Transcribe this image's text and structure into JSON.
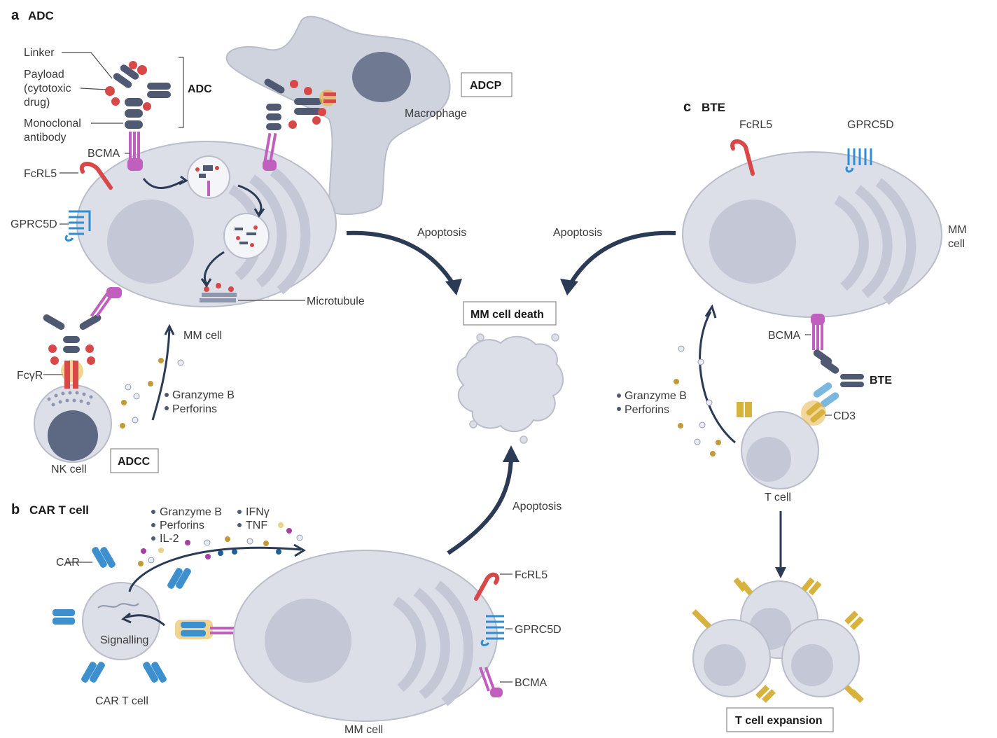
{
  "panels": {
    "a": {
      "letter": "a",
      "title": "ADC"
    },
    "b": {
      "letter": "b",
      "title": "CAR T cell"
    },
    "c": {
      "letter": "c",
      "title": "BTE"
    }
  },
  "adc_labels": {
    "linker": "Linker",
    "payload_1": "Payload",
    "payload_2": "(cytotoxic",
    "payload_3": "drug)",
    "mab_1": "Monoclonal",
    "mab_2": "antibody",
    "adc_bracket": "ADC",
    "bcma": "BCMA",
    "fcrl5": "FcRL5",
    "gprc5d": "GPRC5D",
    "microtubule": "Microtubule",
    "mm_cell": "MM cell",
    "fcgr": "FcγR",
    "nk_cell": "NK cell",
    "adcc": "ADCC",
    "granzyme": "Granzyme B",
    "perforins": "Perforins",
    "adcp": "ADCP",
    "macrophage": "Macrophage"
  },
  "center_labels": {
    "apoptosis_left": "Apoptosis",
    "apoptosis_right": "Apoptosis",
    "apoptosis_bottom": "Apoptosis",
    "mm_cell_death": "MM cell death"
  },
  "bte_labels": {
    "fcrl5": "FcRL5",
    "gprc5d": "GPRC5D",
    "mm_1": "MM",
    "mm_2": "cell",
    "bcma": "BCMA",
    "bte": "BTE",
    "cd3": "CD3",
    "granzyme": "Granzyme B",
    "perforins": "Perforins",
    "t_cell": "T cell",
    "t_cell_expansion": "T cell expansion"
  },
  "cart_labels": {
    "granzyme": "Granzyme B",
    "perforins": "Perforins",
    "il2": "IL-2",
    "ifng": "IFNγ",
    "tnf": "TNF",
    "car": "CAR",
    "signalling": "Signalling",
    "car_t_cell": "CAR T cell",
    "fcrl5": "FcRL5",
    "gprc5d": "GPRC5D",
    "bcma": "BCMA",
    "mm_cell": "MM cell"
  },
  "colors": {
    "antibody": "#4f5a72",
    "bcma": "#c15fbe",
    "fcrl5": "#d94848",
    "gprc5d": "#2f8ed2",
    "cd3": "#d7b23d",
    "arrow": "#2b3a55"
  }
}
